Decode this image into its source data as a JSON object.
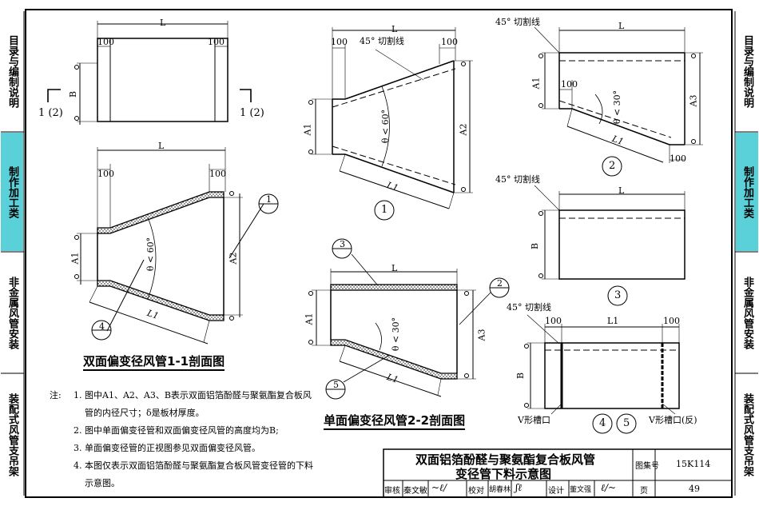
{
  "left_tabs": [
    {
      "text": "目录与编制说明",
      "active": false
    },
    {
      "text": "制作加工类",
      "active": true
    },
    {
      "text": "非金属风管安装",
      "active": false
    },
    {
      "text": "装配式风管支吊架",
      "active": false
    }
  ],
  "right_tabs": [
    {
      "text": "目录与编制说明",
      "active": false
    },
    {
      "text": "制作加工类",
      "active": true
    },
    {
      "text": "非金属风管安装",
      "active": false
    },
    {
      "text": "装配式风管支吊架",
      "active": false
    }
  ],
  "dims": {
    "L": "L",
    "B": "B",
    "A1": "A1",
    "A2": "A2",
    "A3": "A3",
    "L1": "L1",
    "d100": "100",
    "theta60": "θ < 60°",
    "theta30": "θ < 30°",
    "cut_line": "45° 切割线",
    "section_mark": "1 (2)",
    "v_slot": "V形槽口",
    "v_slot_rev": "V形槽口(反)"
  },
  "markers": {
    "m1": "1",
    "m2": "2",
    "m3": "3",
    "m4": "4",
    "m5": "5"
  },
  "captions": {
    "double": "双面偏变径风管1-1剖面图",
    "single": "单面偏变径风管2-2剖面图"
  },
  "notes": {
    "lead": "注:",
    "items": [
      {
        "n": "1.",
        "t": "图中A1、A2、A3、B表示双面铝箔酚醛与聚氨酯复合板风管的内径尺寸；δ是板材厚度。"
      },
      {
        "n": "2.",
        "t": "图中单面偏变径管和双面偏变径风管的高度均为B;"
      },
      {
        "n": "3.",
        "t": "单面偏变径管的正视图参见双面偏变径风管。"
      },
      {
        "n": "4.",
        "t": "本图仅表示双面铝箔酚醛与聚氨酯复合板风管变径管的下料示意图。"
      }
    ]
  },
  "title_block": {
    "title_line1": "双面铝箔酚醛与聚氨酯复合板风管",
    "title_line2": "变径管下料示意图",
    "atlas_label": "图集号",
    "atlas_no": "15K114",
    "review_label": "审核",
    "reviewer": "秦文敏",
    "check_label": "校对",
    "checker": "胡春林",
    "design_label": "设计",
    "designer": "董文强",
    "page_label": "页",
    "page_no": "49"
  }
}
